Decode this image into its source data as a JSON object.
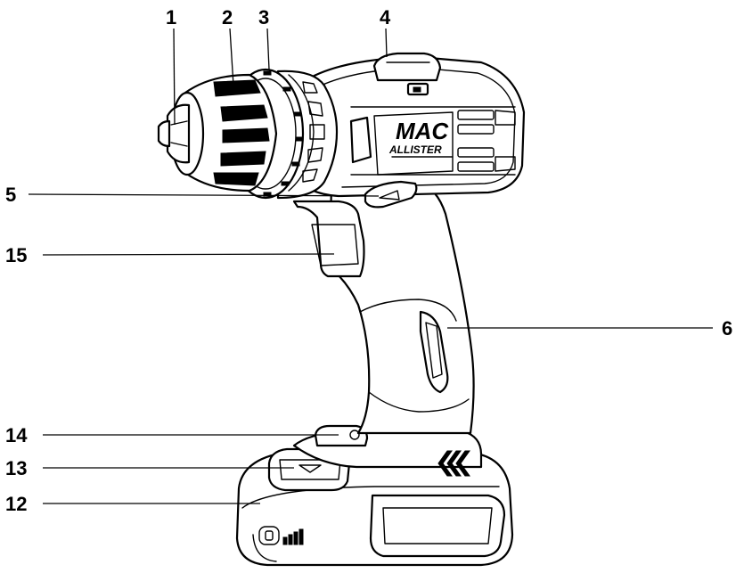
{
  "figure": {
    "type": "parts-diagram",
    "subject": "cordless drill",
    "brand_logo": "MAC ALLISTER",
    "stroke_color": "#000000",
    "background_color": "#ffffff",
    "callouts": [
      {
        "id": "callout-1",
        "label": "1"
      },
      {
        "id": "callout-2",
        "label": "2"
      },
      {
        "id": "callout-3",
        "label": "3"
      },
      {
        "id": "callout-4",
        "label": "4"
      },
      {
        "id": "callout-5",
        "label": "5"
      },
      {
        "id": "callout-15",
        "label": "15"
      },
      {
        "id": "callout-6",
        "label": "6"
      },
      {
        "id": "callout-14",
        "label": "14"
      },
      {
        "id": "callout-13",
        "label": "13"
      },
      {
        "id": "callout-12",
        "label": "12"
      }
    ]
  }
}
